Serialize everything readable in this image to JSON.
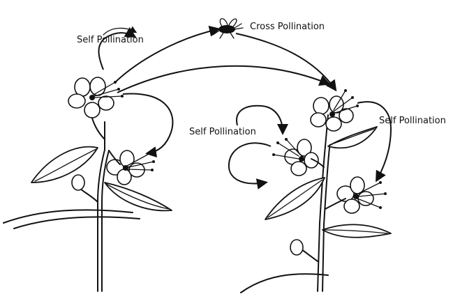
{
  "labels": {
    "self_pollination_left": "Self Pollination",
    "cross_pollination": "Cross Pollination",
    "self_pollination_middle": "Self Pollination",
    "self_pollination_right": "Self Pollination"
  }
}
